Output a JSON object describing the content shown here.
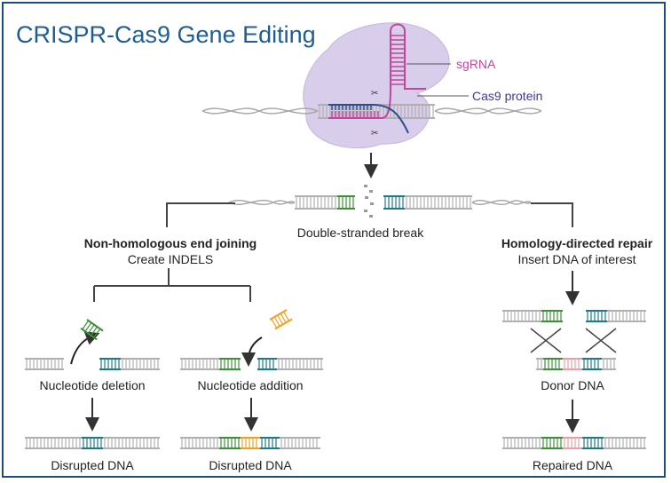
{
  "title": "CRISPR-Cas9 Gene Editing",
  "labels": {
    "sgrna": "sgRNA",
    "cas9": "Cas9 protein",
    "break": "Double-stranded break",
    "nhej_title": "Non-homologous end joining",
    "nhej_sub": "Create INDELS",
    "hdr_title": "Homology-directed repair",
    "hdr_sub": "Insert DNA of interest",
    "deletion": "Nucleotide deletion",
    "addition": "Nucleotide addition",
    "donor": "Donor DNA",
    "disrupted_1": "Disrupted DNA",
    "disrupted_2": "Disrupted DNA",
    "repaired": "Repaired DNA"
  },
  "colors": {
    "title": "#1f5d92",
    "sgrna": "#c0479b",
    "cas9_text": "#3b3b8f",
    "cas9_blob": "#d8cdea",
    "green": "#3f8f3a",
    "teal": "#1f7a86",
    "orange": "#f0a020",
    "pink": "#e8a0a8",
    "dna_gray": "#9a9a9a"
  }
}
